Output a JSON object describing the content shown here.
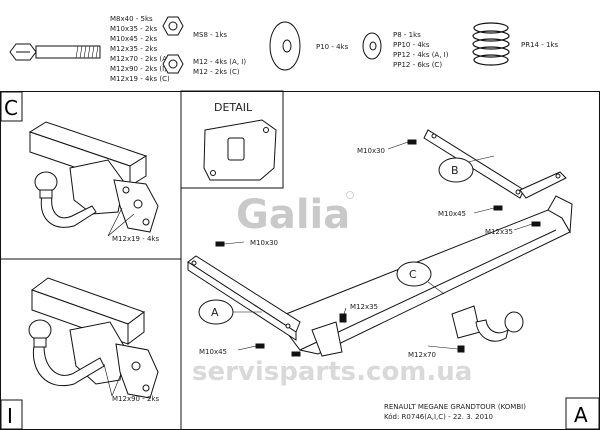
{
  "parts_legend": {
    "bolt_specs": [
      "M8x40 - 5ks",
      "M10x35 - 2ks",
      "M10x45 - 2ks",
      "M12x35 - 2ks",
      "M12x70 - 2ks (A)",
      "M12x90 - 2ks (I)",
      "M12x19 - 4ks (C)"
    ],
    "nut_specs": [
      "MS8 - 1ks",
      "M12 - 4ks (A, I)",
      "M12 - 2ks (C)"
    ],
    "washer_specs": [
      "P10 - 4ks"
    ],
    "small_washer_specs": [
      "P8 - 1ks",
      "PP10 - 4ks",
      "PP12 - 4ks (A, I)",
      "PP12 - 6ks (C)"
    ],
    "spring_washer_specs": [
      "PR14 - 1ks"
    ]
  },
  "panels": {
    "c_letter": "C",
    "i_letter": "I",
    "a_letter": "A",
    "detail_title": "DETAIL"
  },
  "callouts": {
    "c_top": "M12x19 - 4ks",
    "i_bottom": "M12x90 - 2ks",
    "m10x30_top": "M10x30",
    "m10x30_mid": "M10x30",
    "m10x45_right": "M10x45",
    "m12x35_right": "M12x35",
    "m12x35_mid": "M12x35",
    "m10x45_left": "M10x45",
    "m12x70": "M12x70",
    "part_a": "A",
    "part_b": "B",
    "part_c": "C"
  },
  "brand": {
    "logo_text": "Galia",
    "watermark": "servisparts.com.ua"
  },
  "footer": {
    "model": "RENAULT MEGANE GRANDTOUR (KOMBI)",
    "code": "Kód: R0746(A,I,C) - 22. 3. 2010"
  },
  "colors": {
    "line": "#111111",
    "watermark": "#d9d9d9",
    "logo": "#c9c9c9"
  }
}
